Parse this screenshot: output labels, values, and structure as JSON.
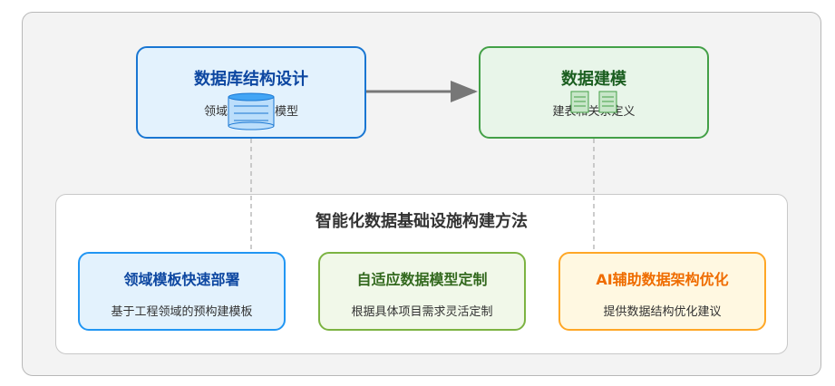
{
  "top": {
    "db_design": {
      "title": "数据库结构设计",
      "subtitle": "领域特定数据模型"
    },
    "data_modeling": {
      "title": "数据建模",
      "subtitle": "建表和关系定义"
    }
  },
  "method": {
    "title": "智能化数据基础设施构建方法",
    "items": [
      {
        "title": "领域模板快速部署",
        "subtitle": "基于工程领域的预构建模板"
      },
      {
        "title": "自适应数据模型定制",
        "subtitle": "根据具体项目需求灵活定制"
      },
      {
        "title": "AI辅助数据架构优化",
        "subtitle": "提供数据结构优化建议"
      }
    ]
  },
  "icons": [
    "database-icon",
    "table-icon",
    "table-icon"
  ],
  "colors": {
    "blue_border": "#1976d2",
    "green_border": "#43a047",
    "light_blue_border": "#2196f3",
    "light_green_border": "#7cb342",
    "orange_border": "#ffa726"
  }
}
